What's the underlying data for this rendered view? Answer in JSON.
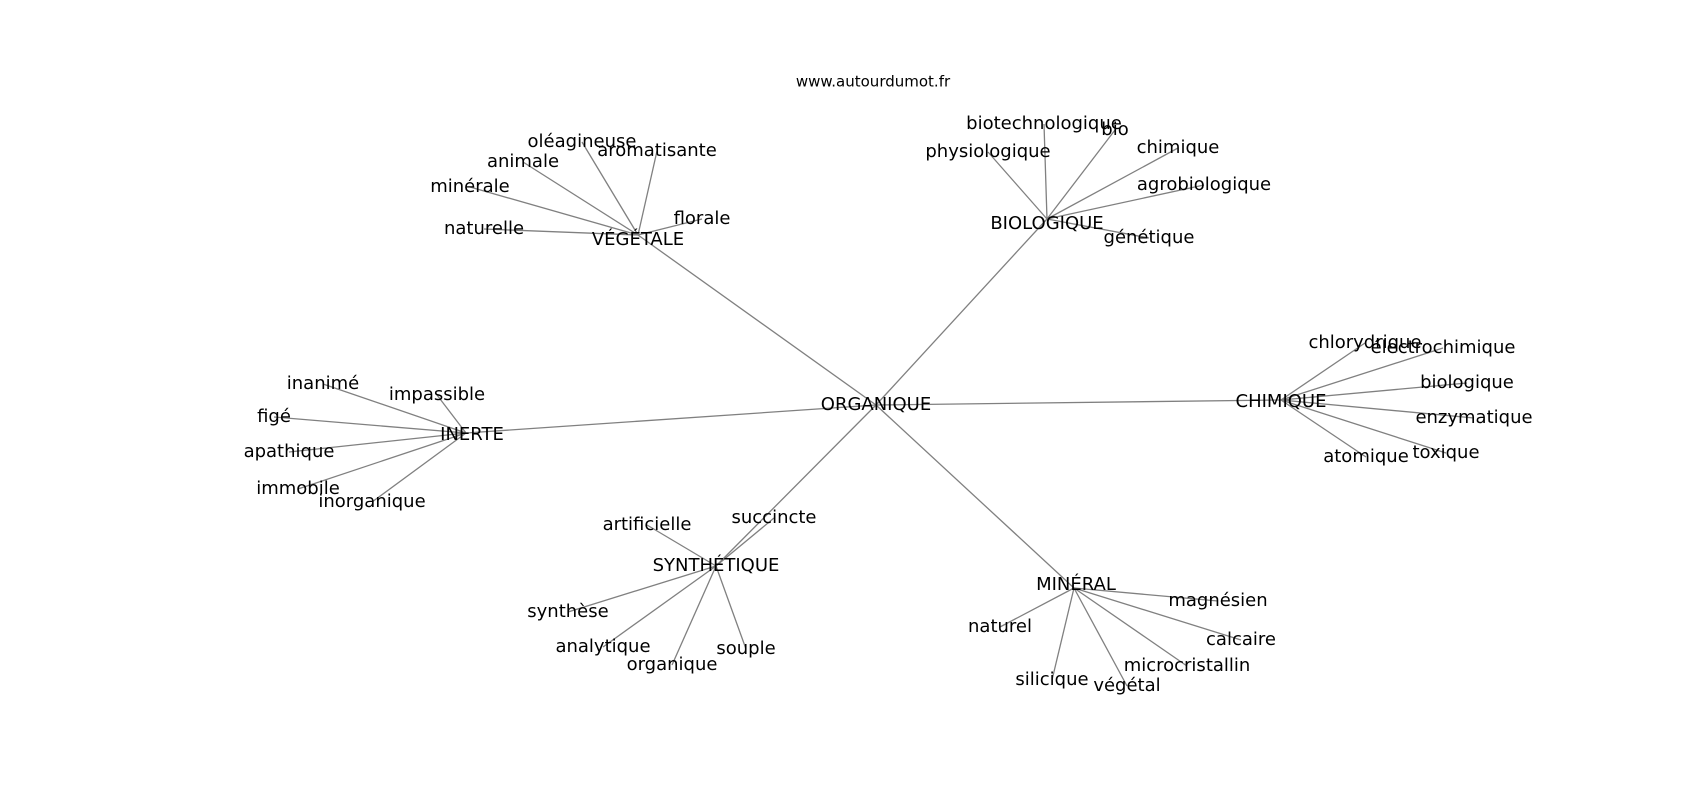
{
  "site": "www.autourdumot.fr",
  "center": "ORGANIQUE",
  "groups": [
    {
      "label": "VÉGÉTALE",
      "words": [
        "oléagineuse",
        "aromatisante",
        "animale",
        "minérale",
        "naturelle",
        "florale"
      ]
    },
    {
      "label": "BIOLOGIQUE",
      "words": [
        "biotechnologique",
        "bio",
        "chimique",
        "physiologique",
        "agrobiologique",
        "génétique"
      ]
    },
    {
      "label": "CHIMIQUE",
      "words": [
        "chlorydrique",
        "électrochimique",
        "biologique",
        "enzymatique",
        "toxique",
        "atomique"
      ]
    },
    {
      "label": "INERTE",
      "words": [
        "inanimé",
        "impassible",
        "figé",
        "apathique",
        "immobile",
        "inorganique"
      ]
    },
    {
      "label": "SYNTHÉTIQUE",
      "words": [
        "succincte",
        "artificielle",
        "synthèse",
        "analytique",
        "organique",
        "souple"
      ]
    },
    {
      "label": "MINÉRAL",
      "words": [
        "magnésien",
        "naturel",
        "calcaire",
        "microcristallin",
        "silicique",
        "végétal"
      ]
    }
  ]
}
